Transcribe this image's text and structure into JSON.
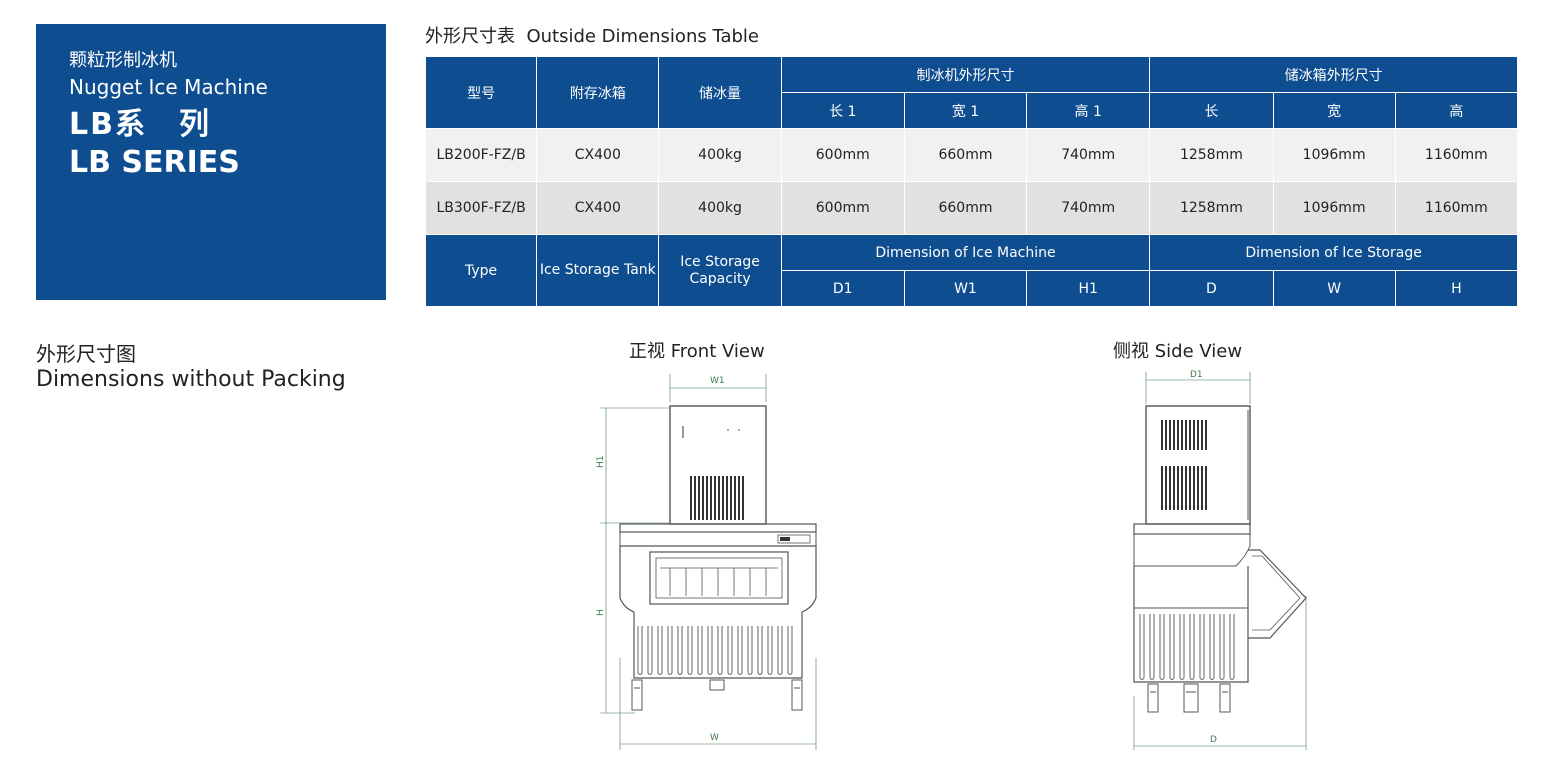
{
  "brand": {
    "cn_name": "颗粒形制冰机",
    "en_name": "Nugget Ice Machine",
    "series_cn": "LB系　列",
    "series_en": "LB SERIES",
    "color": "#0e4d8f"
  },
  "table": {
    "title": "外形尺寸表  Outside Dimensions Table",
    "header_cn": {
      "type": "型号",
      "tank": "附存冰箱",
      "capacity": "储冰量",
      "machine_group": "制冰机外形尺寸",
      "storage_group": "储冰箱外形尺寸",
      "d1": "长 1",
      "w1": "宽 1",
      "h1": "高 1",
      "d": "长",
      "w": "宽",
      "h": "高"
    },
    "rows": [
      {
        "type": "LB200F-FZ/B",
        "tank": "CX400",
        "capacity": "400kg",
        "d1": "600mm",
        "w1": "660mm",
        "h1": "740mm",
        "d": "1258mm",
        "w": "1096mm",
        "h": "1160mm"
      },
      {
        "type": "LB300F-FZ/B",
        "tank": "CX400",
        "capacity": "400kg",
        "d1": "600mm",
        "w1": "660mm",
        "h1": "740mm",
        "d": "1258mm",
        "w": "1096mm",
        "h": "1160mm"
      }
    ],
    "header_en": {
      "type": "Type",
      "tank": "Ice Storage Tank",
      "capacity": "Ice Storage Capacity",
      "machine_group": "Dimension of Ice Machine",
      "storage_group": "Dimension of Ice Storage",
      "d1": "D1",
      "w1": "W1",
      "h1": "H1",
      "d": "D",
      "w": "W",
      "h": "H"
    }
  },
  "drawings": {
    "section_cn": "外形尺寸图",
    "section_en": "Dimensions without Packing",
    "front_title": "正视 Front View",
    "side_title": "侧视 Side View",
    "front_labels": {
      "w1": "W1",
      "h1": "H1",
      "h": "H",
      "w": "W"
    },
    "side_labels": {
      "d1": "D1",
      "d": "D"
    },
    "dimension_color": "#3d7a4f"
  }
}
